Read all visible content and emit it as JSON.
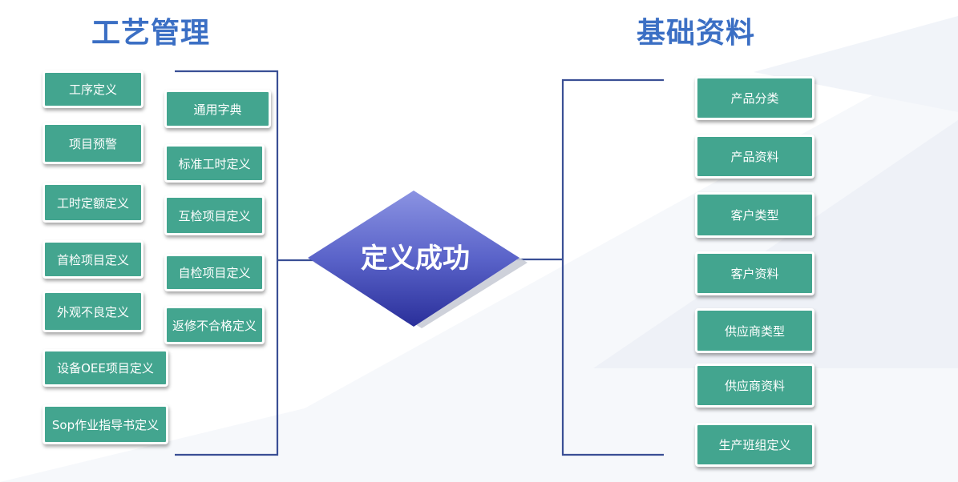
{
  "left_group": {
    "title": "工艺管理",
    "column1": [
      "工序定义",
      "项目预警",
      "工时定额定义",
      "首检项目定义",
      "外观不良定义",
      "设备OEE项目定义",
      "Sop作业指导书定义"
    ],
    "column2": [
      "通用字典",
      "标准工时定义",
      "互检项目定义",
      "自检项目定义",
      "返修不合格定义"
    ]
  },
  "center": {
    "label": "定义成功"
  },
  "right_group": {
    "title": "基础资料",
    "items": [
      "产品分类",
      "产品资料",
      "客户类型",
      "客户资料",
      "供应商类型",
      "供应商资料",
      "生产班组定义"
    ]
  },
  "colors": {
    "button_fill": "#43a58f",
    "heading": "#3b6fc4",
    "line": "#3a4f95",
    "diamond_light": "#7a84d9",
    "diamond_dark": "#2a2f9a"
  }
}
